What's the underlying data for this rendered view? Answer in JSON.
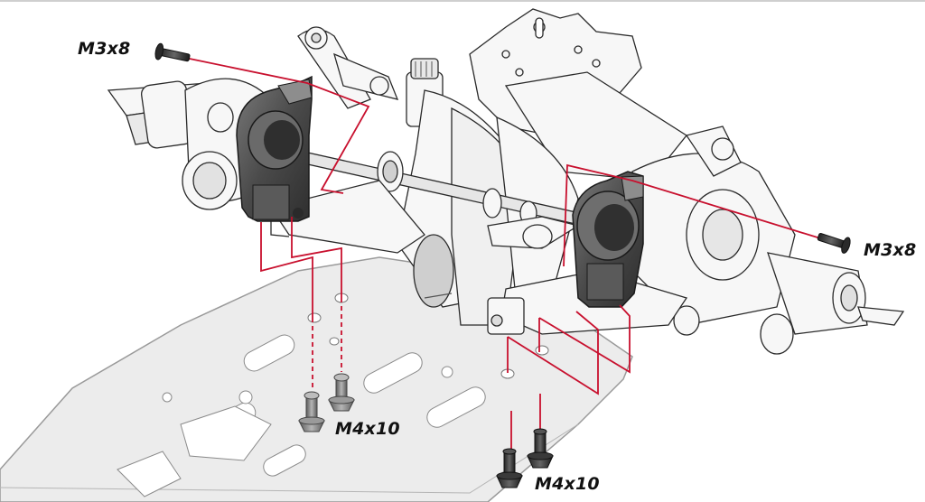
{
  "callouts": {
    "top_left_screw": "M3x8",
    "right_screw": "M3x8",
    "center_screws": "M4x10",
    "bottom_screws": "M4x10"
  },
  "colors": {
    "leader_line": "#c8102e",
    "part_dark": "#4a4a4a",
    "chassis_plate": "#ebebeb",
    "outline": "#2a2a2a"
  }
}
